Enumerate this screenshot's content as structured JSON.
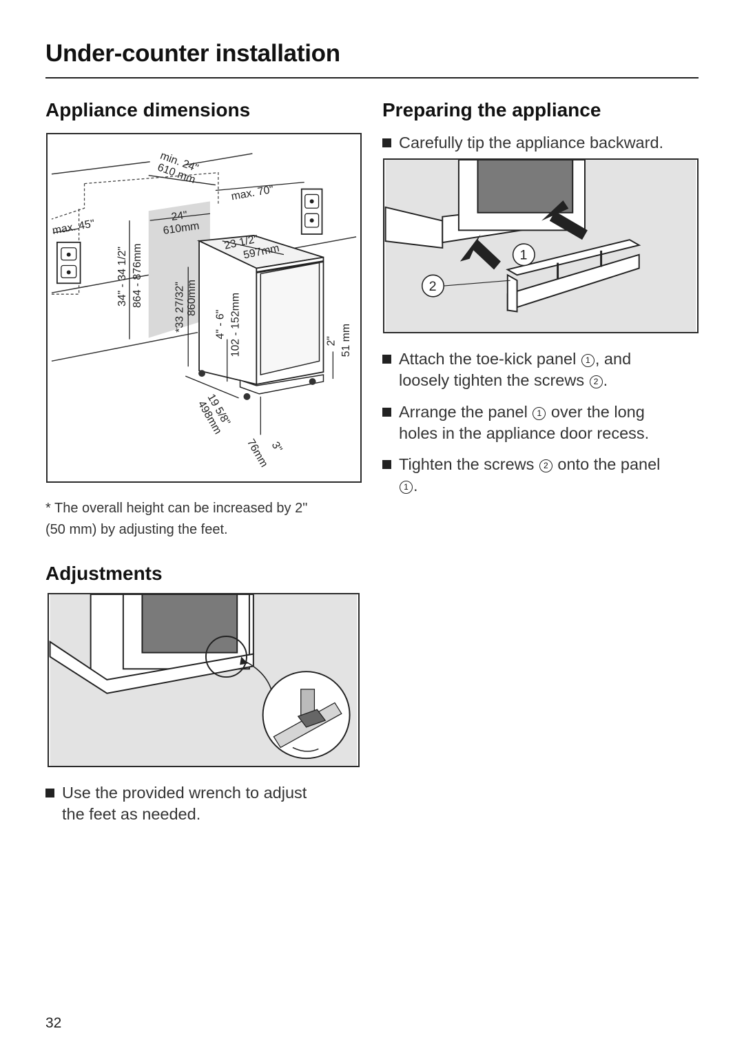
{
  "page": {
    "title": "Under-counter installation",
    "page_number": "32"
  },
  "dimensions": {
    "heading": "Appliance dimensions",
    "labels": {
      "min_depth_in": "min. 24\"",
      "min_depth_mm": "610 mm",
      "max_right": "max. 70\"",
      "max_left": "max. 45\"",
      "niche_h_in": "34\" - 34 1/2\"",
      "niche_h_mm": "864 - 876mm",
      "depth_in": "24\"",
      "depth_mm": "610mm",
      "width_in": "23 1/2\"",
      "width_mm": "597mm",
      "height_in": "*33 27/32\"",
      "height_mm": "860mm",
      "plinth_in": "4\" - 6\"",
      "plinth_mm": "102 - 152mm",
      "feet_in": "2\"",
      "feet_mm": "51 mm",
      "bottom_depth_in": "19 5/8\"",
      "bottom_depth_mm": "498mm",
      "kick_in": "3\"",
      "kick_mm": "76mm"
    },
    "footnote_line1": "* The overall height can be increased by 2\"",
    "footnote_line2": "(50 mm) by adjusting the feet."
  },
  "adjustments": {
    "heading": "Adjustments",
    "step_line1": "Use the provided wrench to adjust",
    "step_line2": "the feet as needed."
  },
  "preparing": {
    "heading": "Preparing the appliance",
    "step1": "Carefully tip the appliance backward.",
    "step2_a": "Attach the toe-kick panel",
    "step2_b": ", and",
    "step2_c": "loosely tighten the screws",
    "step2_d": ".",
    "step3_a": "Arrange the panel",
    "step3_b": "over the long",
    "step3_c": "holes in the appliance door recess.",
    "step4_a": "Tighten the screws",
    "step4_b": "onto the panel",
    "step4_c": ".",
    "callout_1": "1",
    "callout_2": "2"
  }
}
